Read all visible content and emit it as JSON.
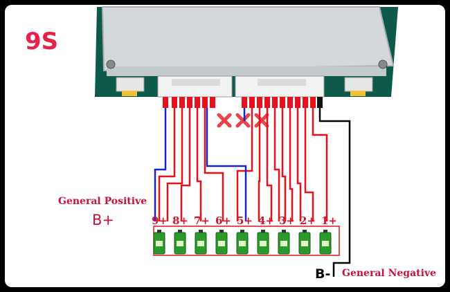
{
  "title": "9S",
  "labels": {
    "general_positive": "General Positive",
    "b_plus": "B+",
    "b_minus": "B-",
    "general_negative": "General Negative"
  },
  "cells": [
    "9+",
    "8+",
    "7+",
    "6+",
    "5+",
    "4+",
    "3+",
    "2+",
    "1+"
  ],
  "colors": {
    "title": "#e8214a",
    "label_red": "#c8103c",
    "wire_red": "#e8101c",
    "wire_blue": "#1a22c8",
    "wire_black": "#000000",
    "x_mark": "#e8424a",
    "battery_green": "#2a9a2a"
  },
  "icons": [
    "bms-board",
    "balance-connector",
    "battery-icon",
    "x-mark-icon"
  ]
}
